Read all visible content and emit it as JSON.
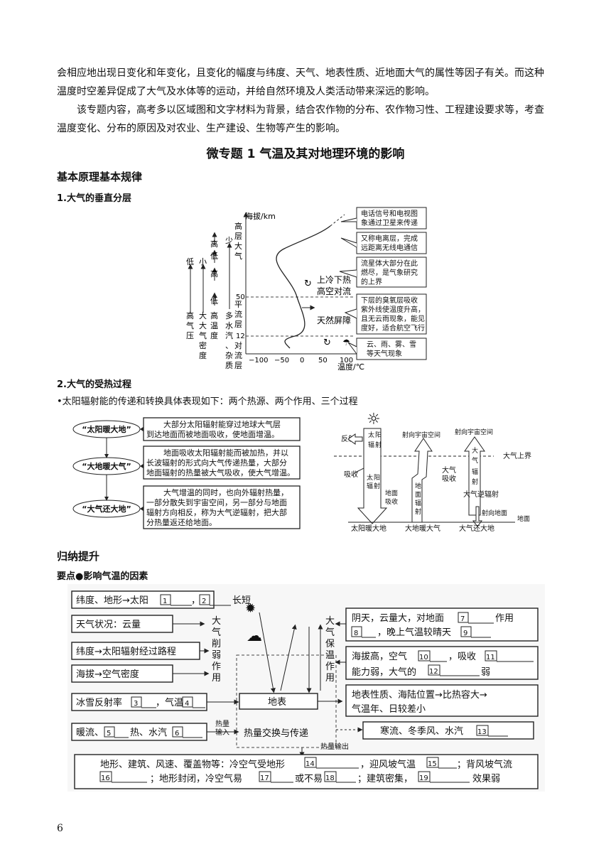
{
  "intro": {
    "para1": "会相应地出现日变化和年变化，且变化的幅度与纬度、天气、地表性质、近地面大气的属性等因子有关。而这种温度时空差异促成了大气及水体等的运动，并给自然环境及人类活动带来深远的影响。",
    "para2": "该专题内容，高考多以区域图和文字材料为背景，结合农作物的分布、农作物习性、工程建设要求等，考查温度变化、分布的原因及对农业、生产建设、生物等产生的影响。"
  },
  "title": "微专题 1  气温及其对地理环境的影响",
  "section1": "基本原理基本规律",
  "sub1": "1.大气的垂直分层",
  "fig1": {
    "yaxis": "海拔/km",
    "xaxis": "温度/℃",
    "xticks": [
      "−100",
      "−50",
      "0",
      "50",
      "100"
    ],
    "yticks": [
      "50",
      "12"
    ],
    "layers": {
      "high": "高层大气",
      "strat": "平流层",
      "trop": "对流层"
    },
    "trends": {
      "pressure": [
        "高",
        "气",
        "压"
      ],
      "p_top": "低",
      "density": [
        "大",
        "大",
        "气",
        "密",
        "度"
      ],
      "d_top": "小",
      "temp": [
        "高",
        "温",
        "度"
      ],
      "t_top": [
        "高",
        "低",
        "高",
        "低"
      ],
      "vapor": [
        "多",
        "水",
        "汽",
        "、",
        "杂",
        "质"
      ],
      "v_top": "少"
    },
    "notes": {
      "n1": [
        "电话信号和电视图",
        "象通过卫星来传递"
      ],
      "n2": [
        "又称电离层，完成",
        "远距离无线电通信"
      ],
      "n3": [
        "流星体大部分在此",
        "燃尽，是气象研究",
        "的上界"
      ],
      "n4": [
        "下层的臭氧层吸收",
        "紫外线使温度升高，",
        "且无云雨现象，能见",
        "度好，适合航空飞行"
      ],
      "n5": [
        "云、雨、雾、雪",
        "等天气现象"
      ]
    },
    "labels": {
      "cold_hot": "上冷下热",
      "convection": "高空对流",
      "shield": "天然屏障"
    }
  },
  "sub2": "2.大气的受热过程",
  "bullet": "•太阳辐射能的传递和转换具体表现如下：两个热源、两个作用、三个过程",
  "fig2": {
    "ovals": [
      "“太阳暖大地”",
      "“大地暖大气”",
      "“大气还大地”"
    ],
    "boxes": [
      [
        "大部分太阳辐射能穿过地球大气层",
        "到达地面而被地面吸收，使地面增温。"
      ],
      [
        "地面吸收太阳辐射能而被加热，并以",
        "长波辐射的形式向大气传递热量，大部分",
        "地面辐射的热量被大气吸收，使大气增温。"
      ],
      [
        "大气增温的同时，也向外辐射热量，",
        "一部分散失到宇宙空间，另一部分与地面",
        "辐射方向相反，称为大气逆辐射，把大部",
        "分热量返还给地面。"
      ]
    ]
  },
  "fig3": {
    "reflect": "反射",
    "sun_rad": [
      "太",
      "阳",
      "辐",
      "射"
    ],
    "to_space1": "射向宇宙空间",
    "to_space2": "射向宇宙空间",
    "top": "大气上界",
    "absorb": "吸收",
    "sun_rad2": [
      "太",
      "阳",
      "辐",
      "射"
    ],
    "air_absorb": [
      "大气",
      "吸收"
    ],
    "ground_absorb": [
      "地面",
      "吸收"
    ],
    "ground_rad": [
      "地",
      "面",
      "辐",
      "射"
    ],
    "air_rad": [
      "大",
      "气",
      "辐",
      "射"
    ],
    "counter": "大气逆辐射",
    "to_ground": "射向地面",
    "ground": "地面",
    "b1": "太阳暖大地",
    "b2": "大地暖大气",
    "b3": "大气还大地"
  },
  "section2": "归纳提升",
  "keypoint": "要点●影响气温的因素",
  "fig4": {
    "left": {
      "l1a": "纬度、地形→太阳",
      "l1b": "，",
      "l1c": "长短",
      "l2": "天气状况：云量",
      "l3": "纬度→太阳辐射经过路程",
      "l4": "海拔→空气密度",
      "l5a": "冰雪反射率",
      "l5b": "，气温",
      "l6a": "暖流、",
      "l6b": "热、水汽"
    },
    "weaken": [
      "大",
      "气",
      "削",
      "弱",
      "作",
      "用"
    ],
    "keep": [
      "大",
      "气",
      "保",
      "温",
      "作",
      "用"
    ],
    "right": {
      "r1a": "阴天，云量大，对地面",
      "r1b": "作用",
      "r1c": "，晚上气温较晴天",
      "r2a": "海拔高，空气",
      "r2b": "，吸收",
      "r2c": "能力弱，大气的",
      "r2d": "弱",
      "r3a": "地表性质、海陆位置→比热容大→",
      "r3b": "气温年、日较差小",
      "r4": "寒流、冬季风、水汽"
    },
    "center": {
      "surface": "地表",
      "exchange": "热量交换与传递",
      "in": [
        "热量",
        "输入"
      ],
      "out": "热量输出"
    },
    "bottom": {
      "b1a": "地形、建筑、风速、覆盖物等：冷空气受地形",
      "b1b": "，迎风坡气温",
      "b1c": "；背风坡气流",
      "b2a": "；地形封闭，冷空气易",
      "b2b": "或不易",
      "b2c": "；建筑密集，",
      "b2d": "效果弱"
    },
    "nums": [
      "1",
      "2",
      "3",
      "4",
      "5",
      "6",
      "7",
      "8",
      "9",
      "10",
      "11",
      "12",
      "13",
      "14",
      "15",
      "16",
      "17",
      "18",
      "19"
    ]
  },
  "page_number": "6"
}
